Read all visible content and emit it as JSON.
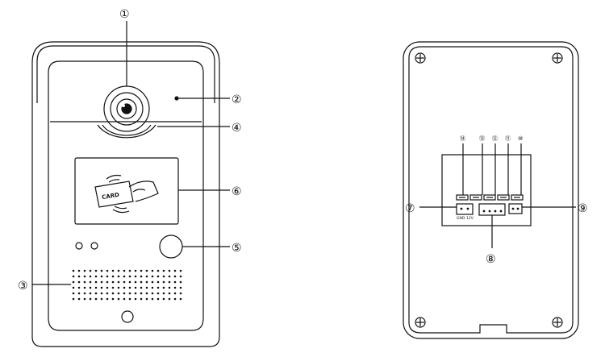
{
  "front_view": {
    "card_label": "CARD",
    "callouts": {
      "camera": "①",
      "sensor": "②",
      "speaker": "③",
      "indicator_light": "④",
      "call_button": "⑤",
      "card_reader": "⑥"
    }
  },
  "back_view": {
    "terminal_labels": {
      "gnd": "GND",
      "v12": "12V"
    },
    "callouts": {
      "power_terminal": "⑦",
      "center_connector": "⑧",
      "right_terminal": "⑨",
      "connector_10": "⑩",
      "connector_11": "⑪",
      "connector_12": "⑫",
      "connector_13": "⑬",
      "connector_14": "⑭"
    }
  }
}
